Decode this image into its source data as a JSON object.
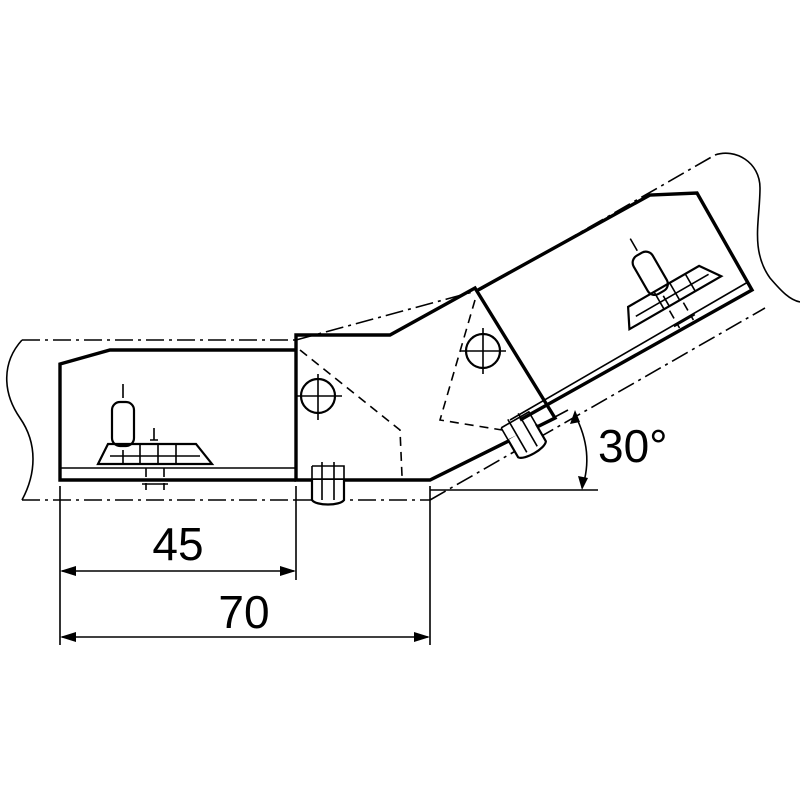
{
  "dimensions": {
    "width_short": "45",
    "width_long": "70",
    "angle": "30°"
  },
  "colors": {
    "line": "#000000",
    "background": "#ffffff"
  }
}
